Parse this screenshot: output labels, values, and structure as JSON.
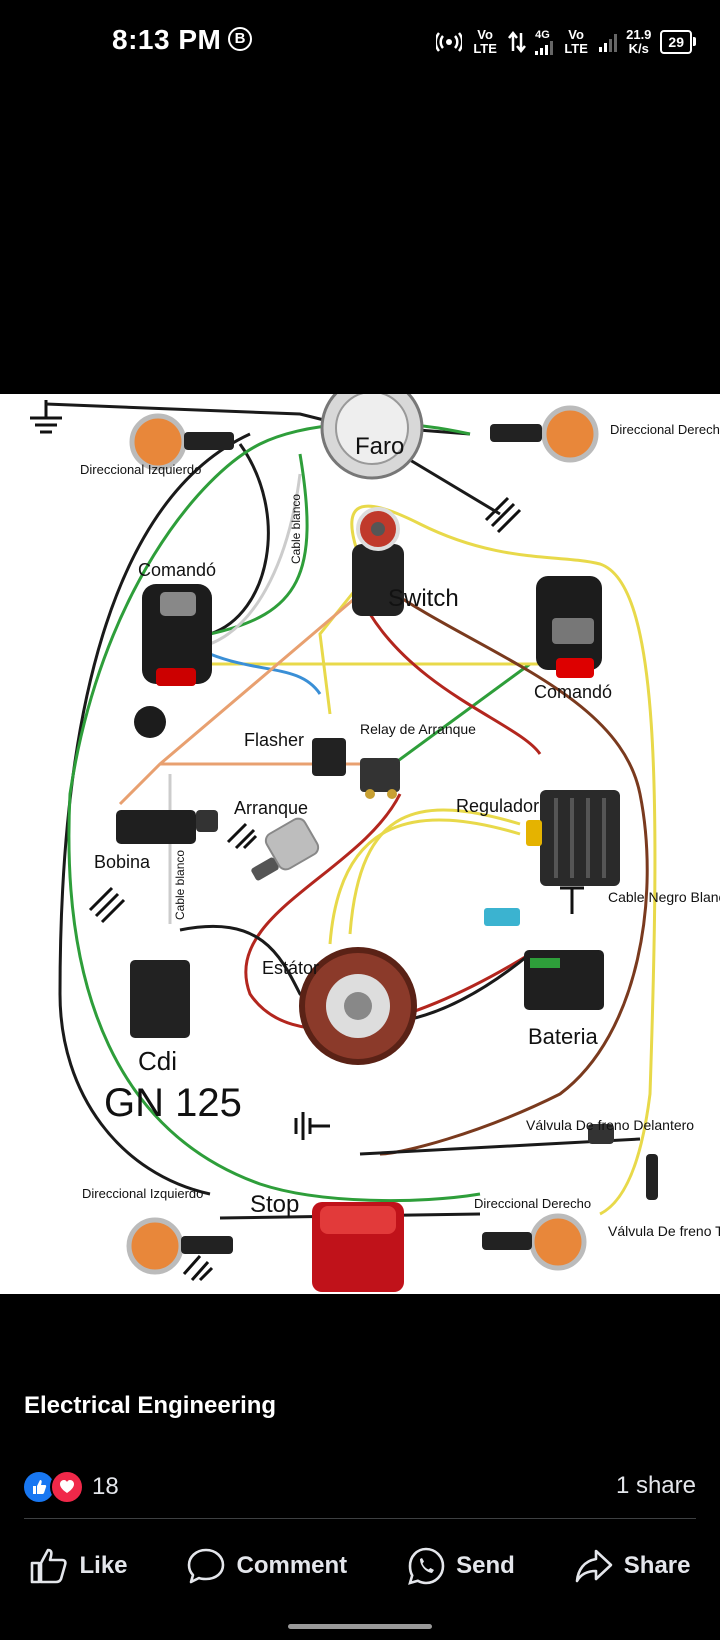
{
  "status_bar": {
    "time": "8:13 PM",
    "b_icon": "B",
    "sim1": "Vo LTE",
    "net": "4G",
    "sim2": "Vo LTE",
    "speed_value": "21.9",
    "speed_unit": "K/s",
    "battery": "29",
    "icons": [
      "hotspot-icon",
      "data-transfer-icon",
      "signal-icon",
      "signal-icon",
      "battery-icon"
    ]
  },
  "diagram": {
    "labels": {
      "faro": "Faro",
      "dir_derecho_top": "Direccional Derecho",
      "dir_izquierdo_top": "Direccional Izquierdo",
      "cable_blanco_top": "Cable blanco",
      "comando_left": "Comandó",
      "switch": "Switch",
      "comando_right": "Comandó",
      "flasher": "Flasher",
      "relay": "Relay de Arranque",
      "arranque": "Arranque",
      "regulador": "Regulador",
      "bobina": "Bobina",
      "cable_blanco_bottom": "Cable blanco",
      "cable_negro_blanco": "Cable Negro Blanco",
      "estator": "Estátor",
      "bateria": "Bateria",
      "cdi": "Cdi",
      "model": "GN 125",
      "valvula_delantero": "Válvula De freno Delantero",
      "dir_izquierdo_bottom": "Direccional Izquierdo",
      "stop": "Stop",
      "dir_derecho_bottom": "Direccional Derecho",
      "valvula_trasero": "Válvula De freno Trasero"
    },
    "wire_colors": {
      "black": "#1a1a1a",
      "green": "#2e9e3a",
      "yellow": "#e8d94a",
      "red": "#b3261e",
      "brown": "#7a3a1e",
      "white": "#cccccc",
      "blue": "#3a8fd6",
      "orange": "#e8a070"
    }
  },
  "post": {
    "page_name": "Electrical Engineering",
    "reaction_count": "18",
    "share_count": "1 share"
  },
  "actions": {
    "like": "Like",
    "comment": "Comment",
    "send": "Send",
    "share": "Share"
  },
  "colors": {
    "like_blue": "#1877f2",
    "love_red": "#f02849",
    "text_secondary": "#e4e6eb"
  }
}
